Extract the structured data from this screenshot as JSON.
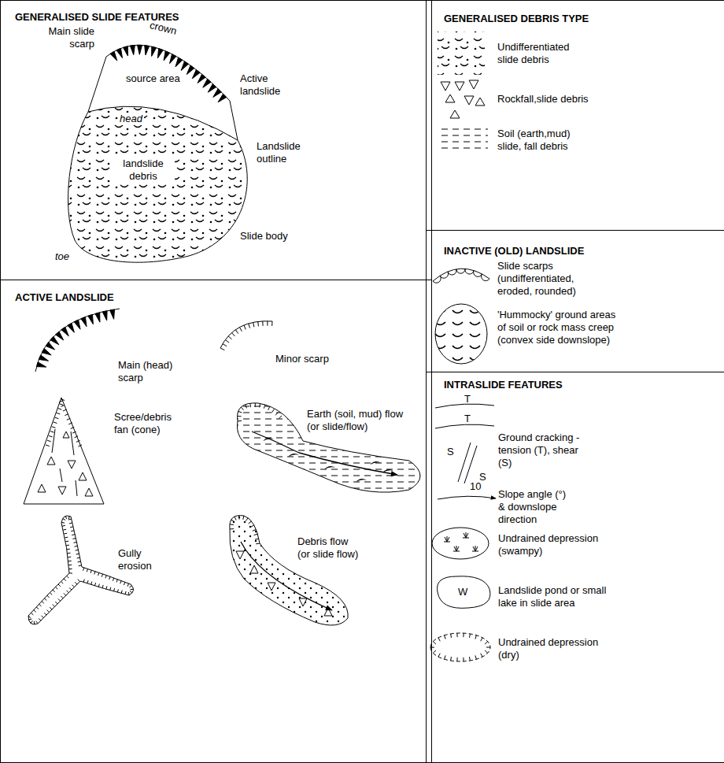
{
  "diagram": {
    "nodes": [
      {
        "text": [
          "GENERALISED SLIDE FEATURES"
        ]
      },
      {
        "text": [
          "GENERALISED DEBRIS TYPE"
        ]
      },
      {
        "text": [
          "ACTIVE LANDSLIDE"
        ]
      },
      {
        "text": [
          "INACTIVE (OLD) LANDSLIDE"
        ]
      },
      {
        "text": [
          "INTRASLIDE FEATURES"
        ]
      }
    ],
    "labels": [
      "Main slide scarp",
      "crown",
      "Active landslide",
      "source area",
      "head",
      "landslide debris",
      "Landslide outline",
      "Slide body",
      "toe",
      "T",
      "T",
      "S",
      "S",
      "10",
      "W"
    ],
    "legend": [
      {
        "text": "Undifferentiated slide debris"
      },
      {
        "text": "Rockfall,slide debris"
      },
      {
        "text": "Soil (earth,mud) slide, fall debris"
      },
      {
        "text": "Main (head) scarp"
      },
      {
        "text": "Minor scarp"
      },
      {
        "text": "Scree/debris fan (cone)"
      },
      {
        "text": "Earth (soil, mud) flow (or slide/flow)"
      },
      {
        "text": "Gully erosion"
      },
      {
        "text": "Debris flow (or slide flow)"
      },
      {
        "text": "Slide scarps (undifferentiated, eroded, rounded)"
      },
      {
        "text": "'Hummocky' ground areas of soil or rock mass creep (convex side downslope)"
      },
      {
        "text": "Ground cracking - tension (T), shear (S)"
      },
      {
        "text": "Slope angle (°) & downslope direction"
      },
      {
        "text": "Undrained depression (swampy)"
      },
      {
        "text": "Landslide pond or small lake in slide area"
      },
      {
        "text": "Undrained depression (dry)"
      }
    ]
  }
}
